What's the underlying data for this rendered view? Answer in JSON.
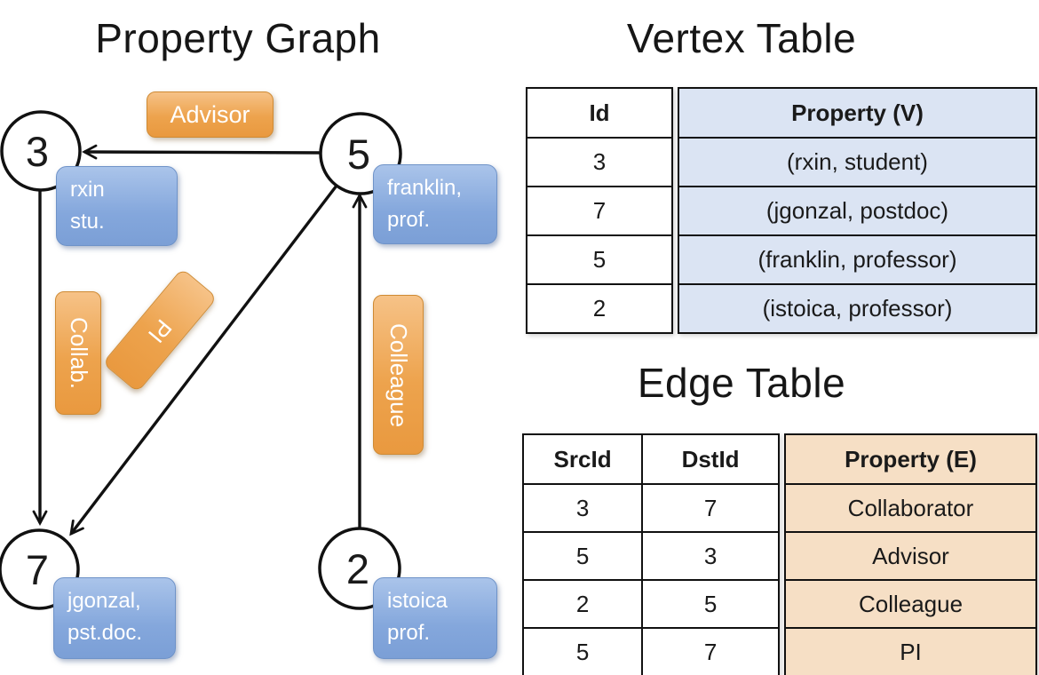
{
  "graph": {
    "title": "Property Graph",
    "nodes": [
      {
        "id": "3",
        "label_line1": "rxin",
        "label_line2": "stu."
      },
      {
        "id": "5",
        "label_line1": "franklin,",
        "label_line2": "prof."
      },
      {
        "id": "7",
        "label_line1": "jgonzal,",
        "label_line2": "pst.doc."
      },
      {
        "id": "2",
        "label_line1": "istoica",
        "label_line2": "prof."
      }
    ],
    "edge_labels": {
      "advisor": "Advisor",
      "collab": "Collab.",
      "pi": "PI",
      "colleague": "Colleague"
    }
  },
  "vertex_table": {
    "title": "Vertex Table",
    "columns": {
      "id": "Id",
      "property": "Property (V)"
    },
    "rows": [
      {
        "id": "3",
        "property": "(rxin, student)"
      },
      {
        "id": "7",
        "property": "(jgonzal, postdoc)"
      },
      {
        "id": "5",
        "property": "(franklin, professor)"
      },
      {
        "id": "2",
        "property": "(istoica, professor)"
      }
    ]
  },
  "edge_table": {
    "title": "Edge Table",
    "columns": {
      "src": "SrcId",
      "dst": "DstId",
      "property": "Property (E)"
    },
    "rows": [
      {
        "src": "3",
        "dst": "7",
        "property": "Collaborator"
      },
      {
        "src": "5",
        "dst": "3",
        "property": "Advisor"
      },
      {
        "src": "2",
        "dst": "5",
        "property": "Colleague"
      },
      {
        "src": "5",
        "dst": "7",
        "property": "PI"
      }
    ]
  },
  "colors": {
    "edge_badge_orange": "#eda34d",
    "vertex_box_blue": "#84a7dc",
    "vertex_table_fill": "#dbe4f3",
    "edge_table_fill": "#f6dfc5",
    "line_black": "#111111"
  }
}
